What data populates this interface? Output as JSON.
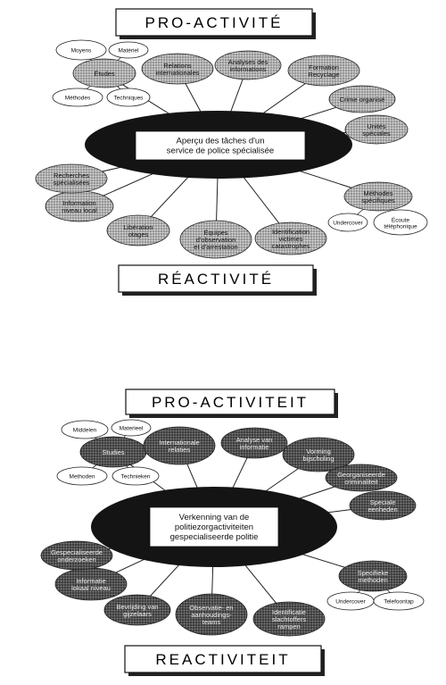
{
  "diagram_fr": {
    "top_title": "PRO-ACTIVITÉ",
    "bottom_title": "RÉACTIVITÉ",
    "center": [
      "Aperçu des tâches d'un",
      "service de police spécialisée"
    ],
    "satellites": [
      [
        "Études"
      ],
      [
        "Relations",
        "internationales"
      ],
      [
        "Analyses des",
        "informations"
      ],
      [
        "Formation",
        "Recyclage"
      ],
      [
        "Crime organisé"
      ],
      [
        "Unités",
        "spéciales"
      ],
      [
        "Méthodes",
        "spécifiques"
      ],
      [
        "Identification",
        "victimes",
        "catastrophes"
      ],
      [
        "Équipes",
        "d'observation",
        "et d'arrestation"
      ],
      [
        "Libération",
        "otages"
      ],
      [
        "Information",
        "niveau local"
      ],
      [
        "Recherches",
        "spécialisées"
      ]
    ],
    "small": [
      "Moyens",
      "Matériel",
      "Méthodes",
      "Techniques",
      "Undercover",
      "Écoute téléphonique"
    ]
  },
  "diagram_nl": {
    "top_title": "PRO-ACTIVITEIT",
    "bottom_title": "REACTIVITEIT",
    "center": [
      "Verkenning van de",
      "politiezorgactiviteiten",
      "gespecialiseerde politie"
    ],
    "satellites": [
      [
        "Studies"
      ],
      [
        "Internationale",
        "relaties"
      ],
      [
        "Analyse van",
        "informatie"
      ],
      [
        "Vorming",
        "bijscholing"
      ],
      [
        "Georganiseerde",
        "criminaliteit"
      ],
      [
        "Speciale",
        "eenheden"
      ],
      [
        "Specifieke",
        "methoden"
      ],
      [
        "Identificatie",
        "slachtoffers",
        "rampen"
      ],
      [
        "Observatie- en",
        "aanhoudings-",
        "teams"
      ],
      [
        "Bevrijding van",
        "gijzelaars"
      ],
      [
        "Informatie",
        "lokaal niveau"
      ],
      [
        "Gespecialiseerde",
        "onderzoeken"
      ]
    ],
    "small": [
      "Middelen",
      "Materieel",
      "Methoden",
      "Technieken",
      "Undercover",
      "Telefoontap"
    ]
  }
}
